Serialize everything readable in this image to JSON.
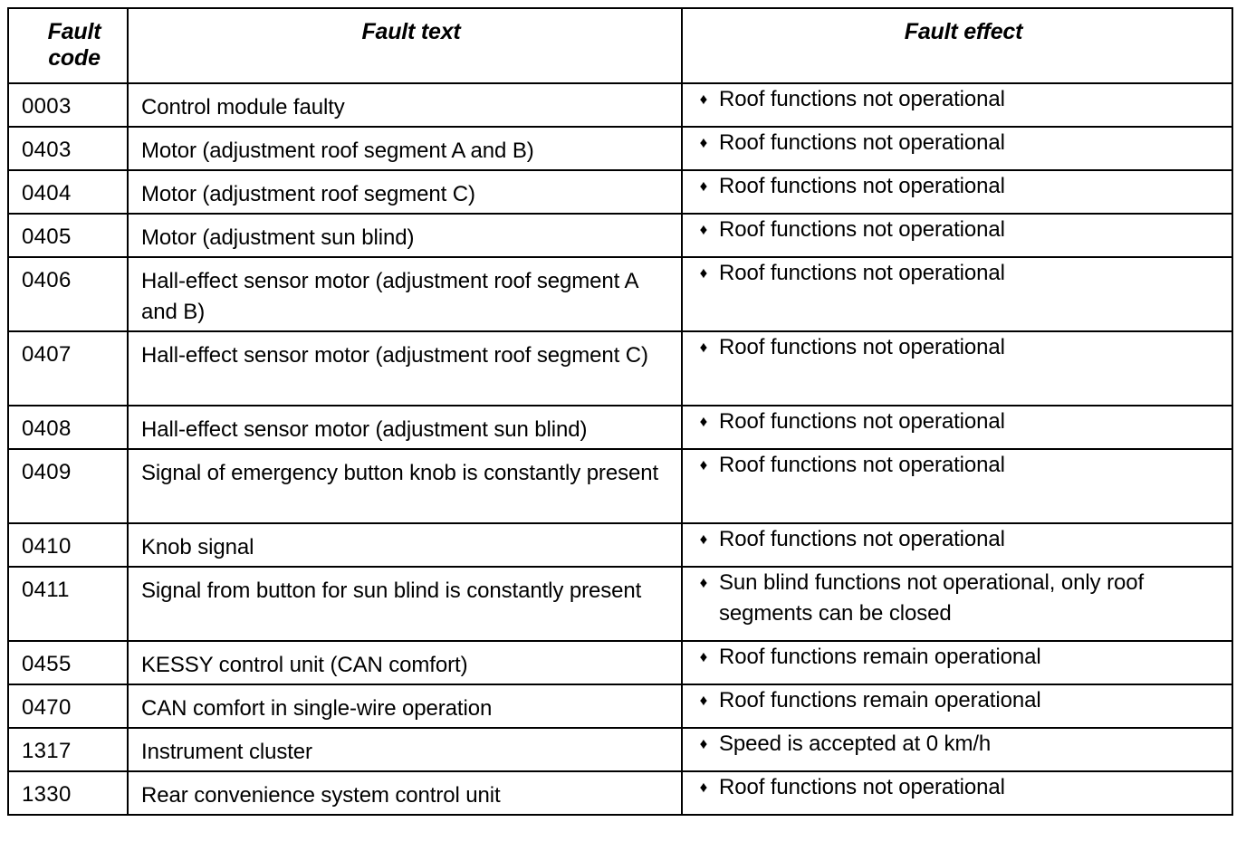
{
  "table": {
    "headers": {
      "fault_code": "Fault\ncode",
      "fault_text": "Fault text",
      "fault_effect": "Fault effect"
    },
    "bullet_glyph": "♦",
    "border_color": "#000000",
    "background_color": "#ffffff",
    "text_color": "#000000",
    "rows": [
      {
        "code": "0003",
        "text": "Control module faulty",
        "effect": "Roof functions not operational",
        "lines": 1
      },
      {
        "code": "0403",
        "text": "Motor (adjustment roof segment A and B)",
        "effect": "Roof functions not operational",
        "lines": 1
      },
      {
        "code": "0404",
        "text": "Motor (adjustment roof segment C)",
        "effect": "Roof functions not operational",
        "lines": 1
      },
      {
        "code": "0405",
        "text": "Motor (adjustment sun blind)",
        "effect": "Roof functions not operational",
        "lines": 1
      },
      {
        "code": "0406",
        "text": "Hall-effect sensor motor (adjustment roof segment A and B)",
        "effect": "Roof functions not operational",
        "lines": 2
      },
      {
        "code": "0407",
        "text": "Hall-effect sensor motor (adjustment roof segment C)",
        "effect": "Roof functions not operational",
        "lines": 2
      },
      {
        "code": "0408",
        "text": "Hall-effect sensor motor (adjustment sun blind)",
        "effect": "Roof functions not operational",
        "lines": 1
      },
      {
        "code": "0409",
        "text": "Signal of emergency button knob is constantly present",
        "effect": "Roof functions not operational",
        "lines": 2
      },
      {
        "code": "0410",
        "text": "Knob signal",
        "effect": "Roof functions not operational",
        "lines": 1
      },
      {
        "code": "0411",
        "text": "Signal from button for sun blind is constantly present",
        "effect": "Sun blind functions not operational, only roof segments can be closed",
        "lines": 2
      },
      {
        "code": "0455",
        "text": "KESSY control unit (CAN comfort)",
        "effect": "Roof functions remain operational",
        "lines": 1
      },
      {
        "code": "0470",
        "text": "CAN comfort in single-wire operation",
        "effect": "Roof functions remain operational",
        "lines": 1
      },
      {
        "code": "1317",
        "text": "Instrument cluster",
        "effect": "Speed is accepted at 0 km/h",
        "lines": 1
      },
      {
        "code": "1330",
        "text": "Rear convenience system control unit",
        "effect": "Roof functions not operational",
        "lines": 1
      }
    ]
  }
}
